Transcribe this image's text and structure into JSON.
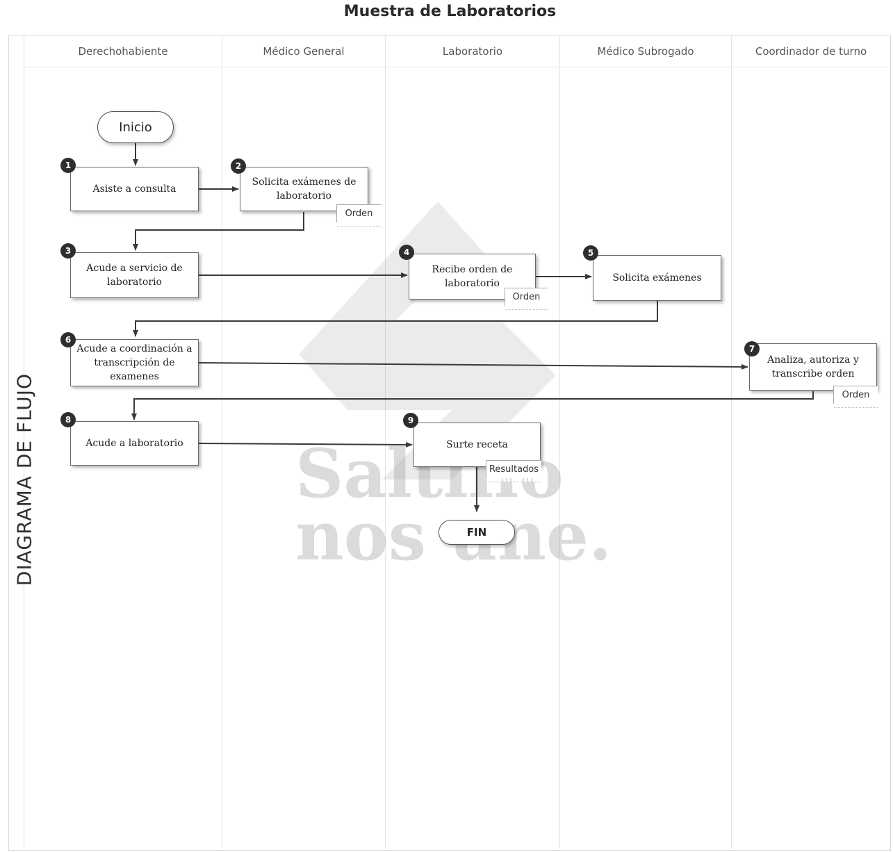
{
  "title": "Muestra de Laboratorios",
  "side_label": "DIAGRAMA DE FLUJO",
  "lanes": [
    "Derechohabiente",
    "Médico General",
    "Laboratorio",
    "Médico Subrogado",
    "Coordinador de turno"
  ],
  "start_label": "Inicio",
  "end_label": "FIN",
  "steps": [
    {
      "num": "1",
      "text": "Asiste a consulta"
    },
    {
      "num": "2",
      "text": "Solicita exámenes de laboratorio"
    },
    {
      "num": "3",
      "text": "Acude a servicio de laboratorio"
    },
    {
      "num": "4",
      "text": "Recibe orden de laboratorio"
    },
    {
      "num": "5",
      "text": "Solicita exámenes"
    },
    {
      "num": "6",
      "text": "Acude a coordinación a transcripción de examenes"
    },
    {
      "num": "7",
      "text": "Analiza, autoriza y transcribe orden"
    },
    {
      "num": "8",
      "text": "Acude a laboratorio"
    },
    {
      "num": "9",
      "text": "Surte receta"
    }
  ],
  "documents": [
    "Orden",
    "Orden",
    "Orden",
    "Resultados"
  ],
  "watermark": {
    "line1": "Saltillo",
    "line2": "nos une."
  }
}
